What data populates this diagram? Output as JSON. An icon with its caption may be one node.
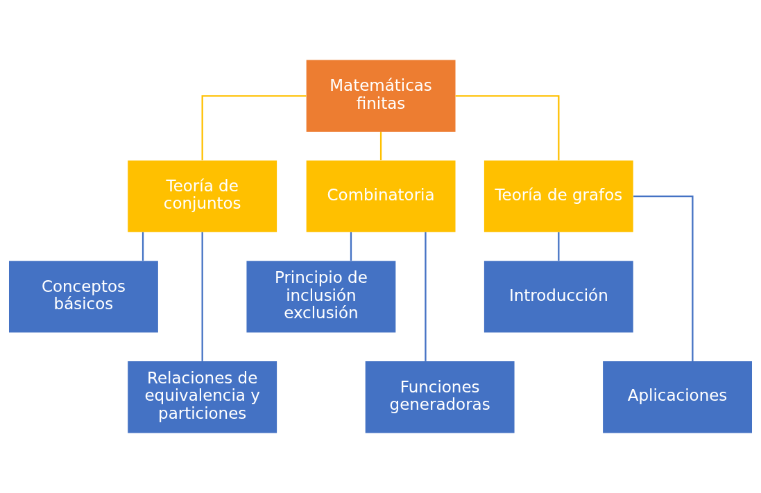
{
  "diagram": {
    "nodes": [
      {
        "text": [
          "Matemáticas finitas"
        ]
      },
      {
        "text": [
          "Teoría de conjuntos"
        ]
      },
      {
        "text": [
          "Combinatoria"
        ]
      },
      {
        "text": [
          "Teoría de grafos"
        ]
      },
      {
        "text": [
          "Conceptos básicos"
        ]
      },
      {
        "text": [
          "Relaciones de equivalencia y particiones"
        ]
      },
      {
        "text": [
          "Principio de inclusión exclusión"
        ]
      },
      {
        "text": [
          "Funciones generadoras"
        ]
      },
      {
        "text": [
          "Introducción"
        ]
      },
      {
        "text": [
          "Aplicaciones"
        ]
      }
    ],
    "edges": [
      {
        "from": 0,
        "to": 1,
        "arrow": "none",
        "color": "#ffc000"
      },
      {
        "from": 0,
        "to": 2,
        "arrow": "none",
        "color": "#ffc000"
      },
      {
        "from": 0,
        "to": 3,
        "arrow": "none",
        "color": "#ffc000"
      },
      {
        "from": 1,
        "to": 4,
        "arrow": "none"
      },
      {
        "from": 1,
        "to": 5,
        "arrow": "none"
      },
      {
        "from": 2,
        "to": 6,
        "arrow": "none"
      },
      {
        "from": 2,
        "to": 7,
        "arrow": "none"
      },
      {
        "from": 3,
        "to": 8,
        "arrow": "none"
      },
      {
        "from": 3,
        "to": 9,
        "arrow": "none"
      }
    ]
  }
}
